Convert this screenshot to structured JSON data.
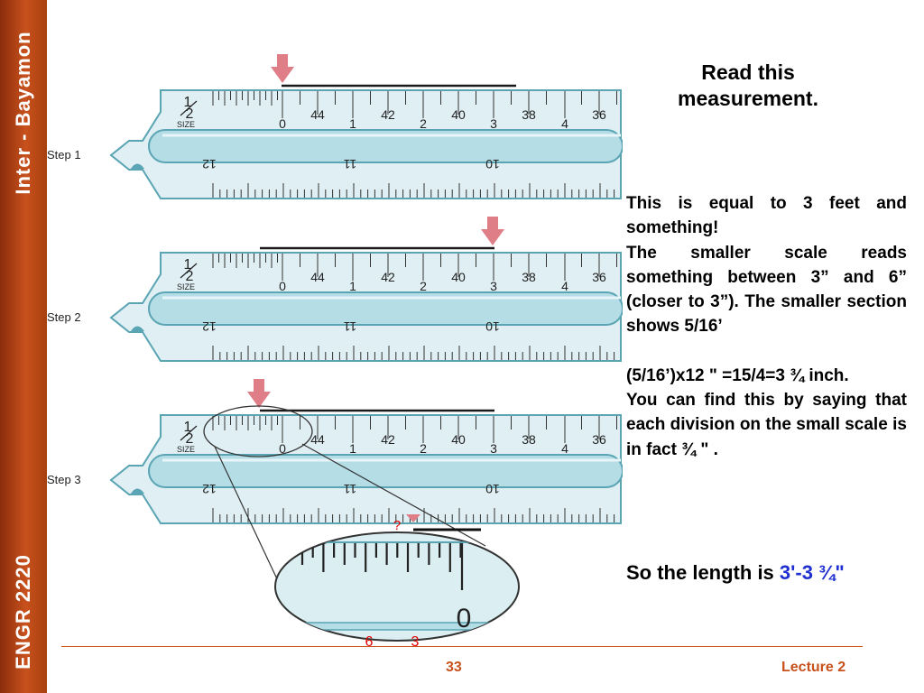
{
  "sidebar": {
    "top_text": "Inter - Bayamon",
    "bottom_text": "ENGR 2220"
  },
  "title": "Read this measurement.",
  "steps": [
    "Step 1",
    "Step 2",
    "Step 3"
  ],
  "scale": {
    "size_num": "1",
    "size_den": "2",
    "size_label": "SIZE",
    "top_labels": [
      "0",
      "44",
      "1",
      "42",
      "2",
      "40",
      "3",
      "38",
      "4",
      "36"
    ],
    "bottom_labels": [
      "12",
      "11",
      "10"
    ]
  },
  "zoom": {
    "question": "?",
    "zero": "0",
    "left_number": "6",
    "right_number": "3"
  },
  "paragraphs": [
    "This is equal to 3 feet and something!",
    "The smaller scale reads something between 3” and 6” (closer to 3”). The smaller section shows 5/16’",
    "(5/16’)x12 \" =15/4=3 ¾ inch.",
    "You can find this by saying that each division on the small scale is in fact ¾ \" ."
  ],
  "conclusion": {
    "prefix": "So the length is ",
    "value": "3'-3 ¾\""
  },
  "footer": {
    "page": "33",
    "lecture": "Lecture 2"
  },
  "colors": {
    "scale_face": "#dfeff3",
    "scale_groove": "#b4dde6",
    "scale_edge": "#5aa4b4",
    "arrow": "#e07e88",
    "accent": "#c8511c",
    "highlight": "#1f2fd0",
    "label_red": "#e00000"
  }
}
